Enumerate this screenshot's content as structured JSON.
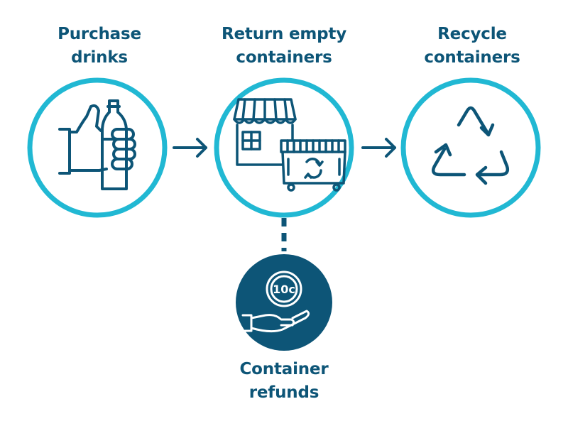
{
  "steps": [
    {
      "lines": [
        "Purchase",
        "drinks"
      ],
      "icon": "hand-holding-bottle-icon"
    },
    {
      "lines": [
        "Return empty",
        "containers"
      ],
      "icon": "shop-and-bin-icon"
    },
    {
      "lines": [
        "Recycle",
        "containers"
      ],
      "icon": "recycle-icon"
    }
  ],
  "refund": {
    "lines": [
      "Container",
      "refunds"
    ],
    "coin_text": "10c",
    "icon": "hand-with-coin-icon"
  },
  "colors": {
    "ring": "#21b8d3",
    "icon": "#0d5577",
    "refund_fill": "#0d5577",
    "text": "#0d5577"
  }
}
